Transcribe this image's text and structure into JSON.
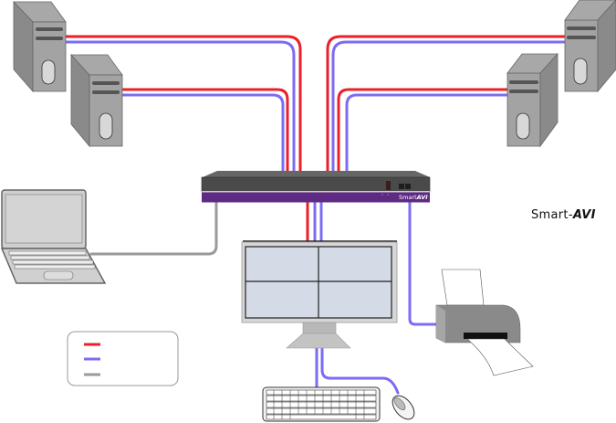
{
  "title": "KVM switch connection diagram",
  "brand": {
    "name": "Smart-",
    "logo": "AVI"
  },
  "device": {
    "label_name": "Smart",
    "label_logo": "AVI"
  },
  "colors": {
    "video_cable": "#e8212b",
    "usb_cable": "#7b6cf5",
    "audio_cable": "#9a9a9a",
    "switch_body": "#4a4a4a",
    "switch_band": "#5e2a84"
  },
  "legend": {
    "items": [
      {
        "color": "#e8212b",
        "label": ""
      },
      {
        "color": "#7b6cf5",
        "label": ""
      },
      {
        "color": "#9a9a9a",
        "label": ""
      }
    ]
  },
  "devices": [
    "computer-1",
    "computer-2",
    "computer-3",
    "computer-4",
    "laptop",
    "kvm-switch",
    "monitor",
    "keyboard",
    "mouse",
    "printer"
  ]
}
